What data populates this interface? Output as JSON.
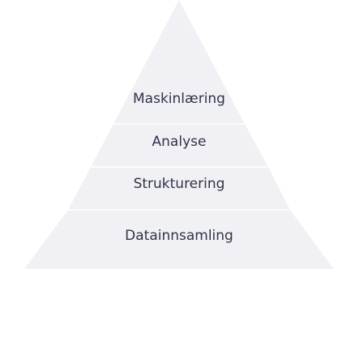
{
  "pyramid": {
    "fill_color": "#f1f1f5",
    "text_color": "#2f3446",
    "tiers": [
      {
        "label": "Maskinlæring"
      },
      {
        "label": "Analyse"
      },
      {
        "label": "Strukturering"
      },
      {
        "label": "Datainnsamling"
      }
    ]
  }
}
